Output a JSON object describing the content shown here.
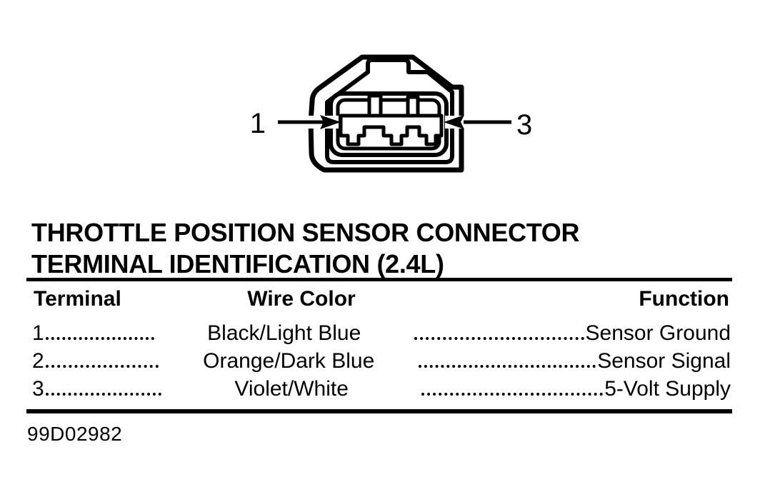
{
  "page": {
    "background": "#ffffff",
    "ink": "#000000"
  },
  "connector_diagram": {
    "left_pin_label": "1",
    "right_pin_label": "3"
  },
  "title": "THROTTLE POSITION SENSOR CONNECTOR TERMINAL IDENTIFICATION (2.4L)",
  "table": {
    "headers": {
      "terminal": "Terminal",
      "wire_color": "Wire Color",
      "function": "Function"
    },
    "rows": [
      {
        "terminal": "1",
        "wire_color": "Black/Light Blue",
        "function": "Sensor Ground"
      },
      {
        "terminal": "2",
        "wire_color": "Orange/Dark Blue",
        "function": "Sensor Signal"
      },
      {
        "terminal": "3",
        "wire_color": "Violet/White",
        "function": "5-Volt Supply"
      }
    ]
  },
  "footer": {
    "document_code": "99D02982"
  }
}
